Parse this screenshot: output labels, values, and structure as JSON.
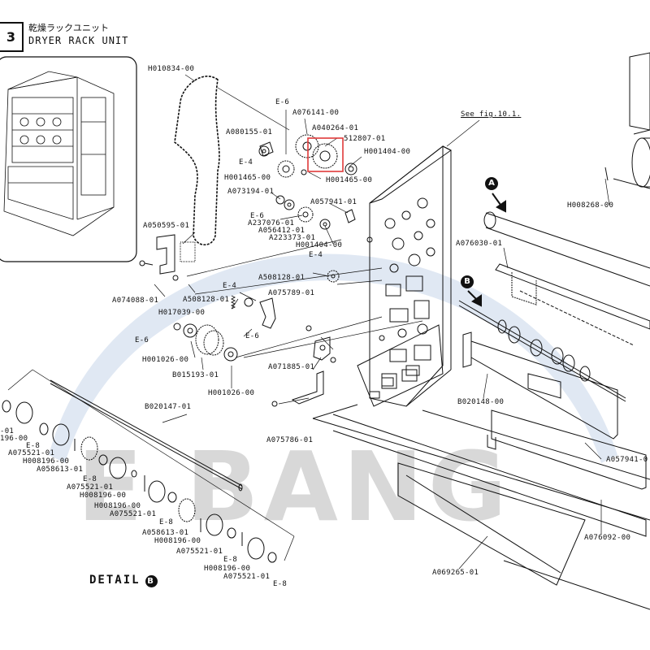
{
  "header": {
    "section_number": "3",
    "title_jp": "乾燥ラックユニット",
    "title_en": "DRYER RACK UNIT"
  },
  "watermark": "E BANG",
  "detail": {
    "label": "DETAIL",
    "marker": "B"
  },
  "markers": {
    "a": "A",
    "b": "B"
  },
  "see_fig": "See fig.10.1.",
  "labels": {
    "l1": "H010834-00",
    "l2": "E-6",
    "l3": "A076141-00",
    "l4": "A080155-01",
    "l5": "A040264-01",
    "l6": "512807-01",
    "l7": "E-4",
    "l8": "H001404-00",
    "l9": "H001465-00",
    "l10": "H001465-00",
    "l11": "A073194-01",
    "l12": "A057941-01",
    "l13": "E-6",
    "l14": "A237076-01",
    "l15": "A056412-01",
    "l16": "A223373-01",
    "l17": "H001404-00",
    "l18": "A050595-01",
    "l19": "E-4",
    "l20": "A508128-01",
    "l21": "E-4",
    "l22": "A075789-01",
    "l23": "A074088-01",
    "l24": "A508128-01",
    "l25": "H017039-00",
    "l26": "E-6",
    "l27": "E-6",
    "l28": "H001026-00",
    "l29": "A071885-01",
    "l30": "B015193-01",
    "l31": "H001026-00",
    "l32": "A075786-01",
    "l33": "B020147-01",
    "l34": "H008268-00",
    "l35": "A076030-01",
    "l36": "B020148-00",
    "l37": "A057941-0",
    "l38": "A076092-00",
    "l39": "A069265-01",
    "d1": "-01",
    "d2": "196-00",
    "d3": "E-8",
    "d4": "A075521-01",
    "d5": "H008196-00",
    "d6": "A058613-01",
    "d7": "E-8",
    "d8": "A075521-01",
    "d9": "H008196-00",
    "d10": "H008196-00",
    "d11": "A075521-01",
    "d12": "E-8",
    "d13": "A058613-01",
    "d14": "H008196-00",
    "d15": "A075521-01",
    "d16": "E-8",
    "d17": "H008196-00",
    "d18": "A075521-01",
    "d19": "E-8"
  }
}
